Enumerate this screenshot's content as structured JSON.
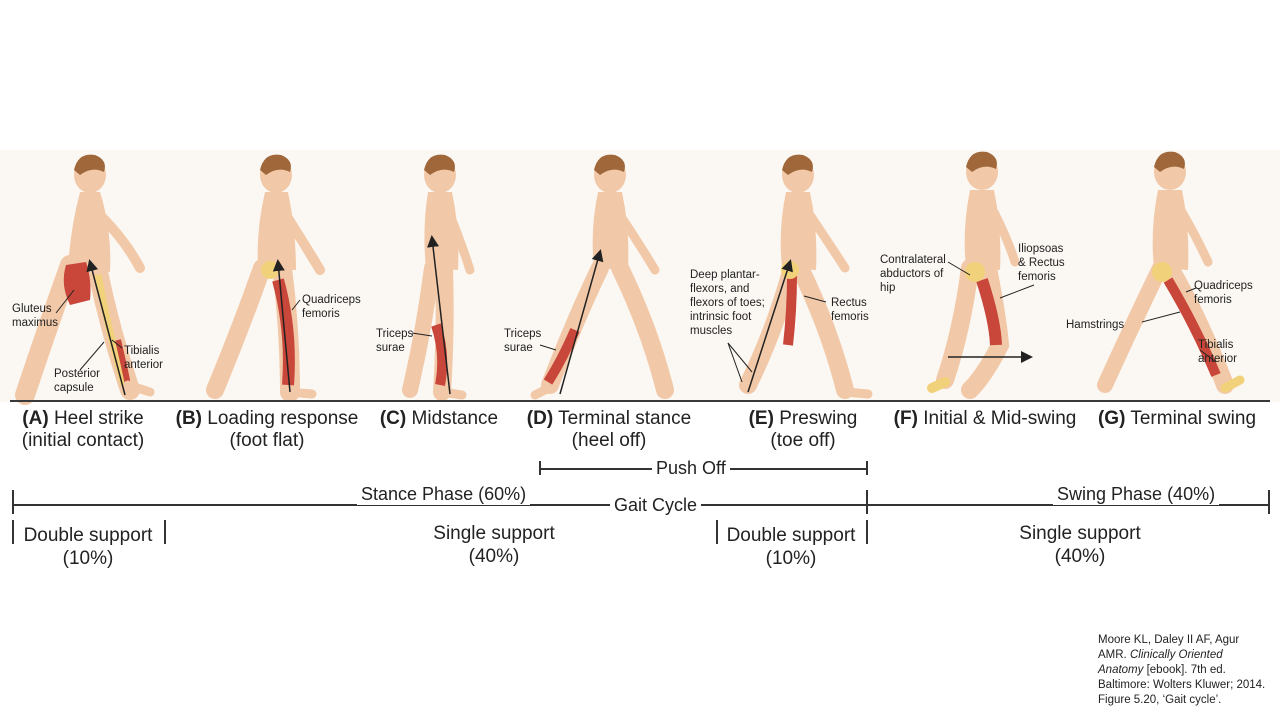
{
  "stages": [
    {
      "letter": "(A)",
      "name": "Heel strike",
      "sub": "(initial contact)"
    },
    {
      "letter": "(B)",
      "name": "Loading response",
      "sub": "(foot flat)"
    },
    {
      "letter": "(C)",
      "name": "Midstance",
      "sub": ""
    },
    {
      "letter": "(D)",
      "name": "Terminal stance",
      "sub": "(heel off)"
    },
    {
      "letter": "(E)",
      "name": "Preswing",
      "sub": "(toe off)"
    },
    {
      "letter": "(F)",
      "name": "Initial & Mid-swing",
      "sub": ""
    },
    {
      "letter": "(G)",
      "name": "Terminal swing",
      "sub": ""
    }
  ],
  "muscles": {
    "gluteus": "Gluteus\nmaximus",
    "posterior_capsule": "Posterior\ncapsule",
    "tibialis_a": "Tibialis\nanterior",
    "quadriceps_b": "Quadriceps\nfemoris",
    "triceps_c": "Triceps\nsurae",
    "triceps_d": "Triceps\nsurae",
    "deep_plantar": "Deep plantar-\nflexors, and\nflexors of toes;\nintrinsic foot\nmuscles",
    "rectus_e": "Rectus\nfemoris",
    "contralateral": "Contralateral\nabductors of\nhip",
    "iliopsoas": "Iliopsoas\n& Rectus\nfemoris",
    "quadriceps_g": "Quadriceps\nfemoris",
    "hamstrings": "Hamstrings",
    "tibialis_g": "Tibialis\nanterior"
  },
  "phases": {
    "push_off": "Push Off",
    "stance": "Stance Phase (60%)",
    "gait_cycle": "Gait Cycle",
    "swing": "Swing Phase (40%)"
  },
  "supports": [
    {
      "label": "Double support",
      "pct": "(10%)"
    },
    {
      "label": "Single support",
      "pct": "(40%)"
    },
    {
      "label": "Double support",
      "pct": "(10%)"
    },
    {
      "label": "Single support",
      "pct": "(40%)"
    }
  ],
  "citation": {
    "line1": "Moore KL, Daley II AF, Agur AMR. ",
    "book": "Clinically Oriented Anatomy",
    "line2": " [ebook]. 7th ed. Baltimore: Wolters Kluwer; 2014. Figure 5.20, ‘Gait cycle’."
  },
  "colors": {
    "skin": "#f2c9a8",
    "hair": "#a0683a",
    "muscle": "#c8463a",
    "bone": "#f1d27a",
    "ink": "#333333"
  }
}
